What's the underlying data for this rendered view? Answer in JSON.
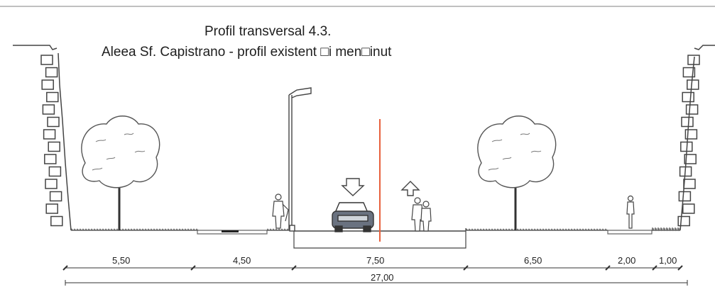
{
  "drawing": {
    "title_line1": "Profil transversal  4.3.",
    "title_line2": "Aleea Sf. Capistrano - profil existent □i men□inut"
  },
  "dimensions": {
    "segments": [
      "5,50",
      "4,50",
      "7,50",
      "6,50",
      "2,00",
      "1,00"
    ],
    "total": "27,00"
  },
  "colors": {
    "line": "#444444",
    "axis": "#e8603c",
    "frame": "#999999"
  },
  "icons": [
    "tree-icon",
    "street-lamp-icon",
    "car-icon",
    "pedestrian-icon",
    "down-arrow-icon",
    "up-arrow-icon",
    "brick-wall-icon"
  ]
}
